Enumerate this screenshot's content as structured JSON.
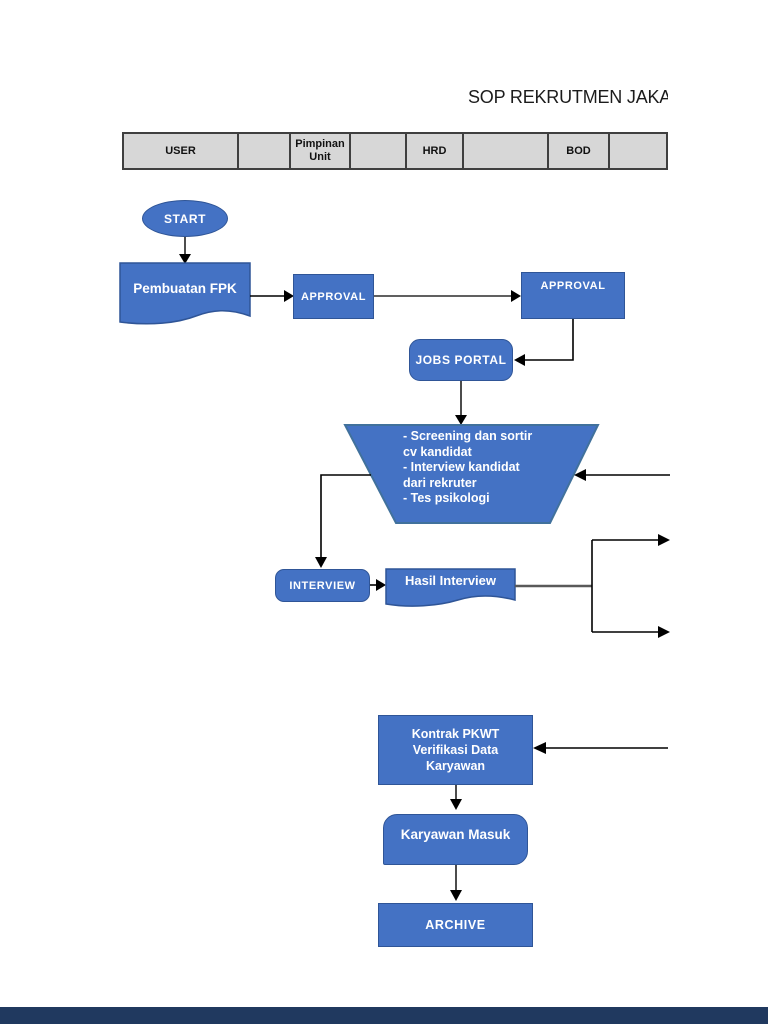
{
  "page": {
    "title": "SOP REKRUTMEN JAKART"
  },
  "colors": {
    "shape_fill": "#4472c4",
    "shape_border": "#2f5597",
    "trapezoid_border": "#41719c",
    "lane_table_fill": "#d7d7d7",
    "lane_table_border": "#3f3f3f",
    "connector_line": "#000000",
    "gray_connector_line": "#595959",
    "text_on_shape": "#ffffff",
    "title_text": "#1c1c1c",
    "footer_bar": "#20395f"
  },
  "swimlane_header": {
    "columns": [
      {
        "label": "USER"
      },
      {
        "label": ""
      },
      {
        "label": "Pimpinan Unit"
      },
      {
        "label": ""
      },
      {
        "label": "HRD"
      },
      {
        "label": ""
      },
      {
        "label": "BOD"
      },
      {
        "label": ""
      }
    ]
  },
  "flowchart": {
    "nodes": {
      "start": {
        "type": "terminator",
        "label": "START"
      },
      "pembuatan_fpk": {
        "type": "document",
        "label": "Pembuatan FPK"
      },
      "approval_user": {
        "type": "process",
        "label": "APPROVAL"
      },
      "approval_bod": {
        "type": "process",
        "label": "APPROVAL"
      },
      "jobs_portal": {
        "type": "rounded-process",
        "label": "JOBS PORTAL"
      },
      "screening": {
        "type": "trapezoid",
        "lines": [
          "- Screening dan sortir",
          "cv kandidat",
          "- Interview kandidat",
          "dari rekruter",
          "- Tes psikologi"
        ]
      },
      "interview": {
        "type": "rounded-process",
        "label": "INTERVIEW"
      },
      "hasil_interview": {
        "type": "document",
        "label": "Hasil Interview"
      },
      "kontrak": {
        "type": "process",
        "lines": [
          "Kontrak PKWT",
          "Verifikasi Data",
          "Karyawan"
        ]
      },
      "karyawan_masuk": {
        "type": "rounded-process",
        "label": "Karyawan Masuk"
      },
      "archive": {
        "type": "process",
        "label": "ARCHIVE"
      }
    },
    "edges": [
      {
        "from": "start",
        "to": "pembuatan_fpk"
      },
      {
        "from": "pembuatan_fpk",
        "to": "approval_user"
      },
      {
        "from": "approval_user",
        "to": "approval_bod"
      },
      {
        "from": "approval_bod",
        "to": "jobs_portal"
      },
      {
        "from": "jobs_portal",
        "to": "screening"
      },
      {
        "from": "offpage-right",
        "to": "screening"
      },
      {
        "from": "screening",
        "to": "interview"
      },
      {
        "from": "interview",
        "to": "hasil_interview"
      },
      {
        "from": "hasil_interview",
        "to": "offpage-right-upper"
      },
      {
        "from": "hasil_interview",
        "to": "offpage-right-lower"
      },
      {
        "from": "offpage-right",
        "to": "kontrak"
      },
      {
        "from": "kontrak",
        "to": "karyawan_masuk"
      },
      {
        "from": "karyawan_masuk",
        "to": "archive"
      }
    ]
  }
}
